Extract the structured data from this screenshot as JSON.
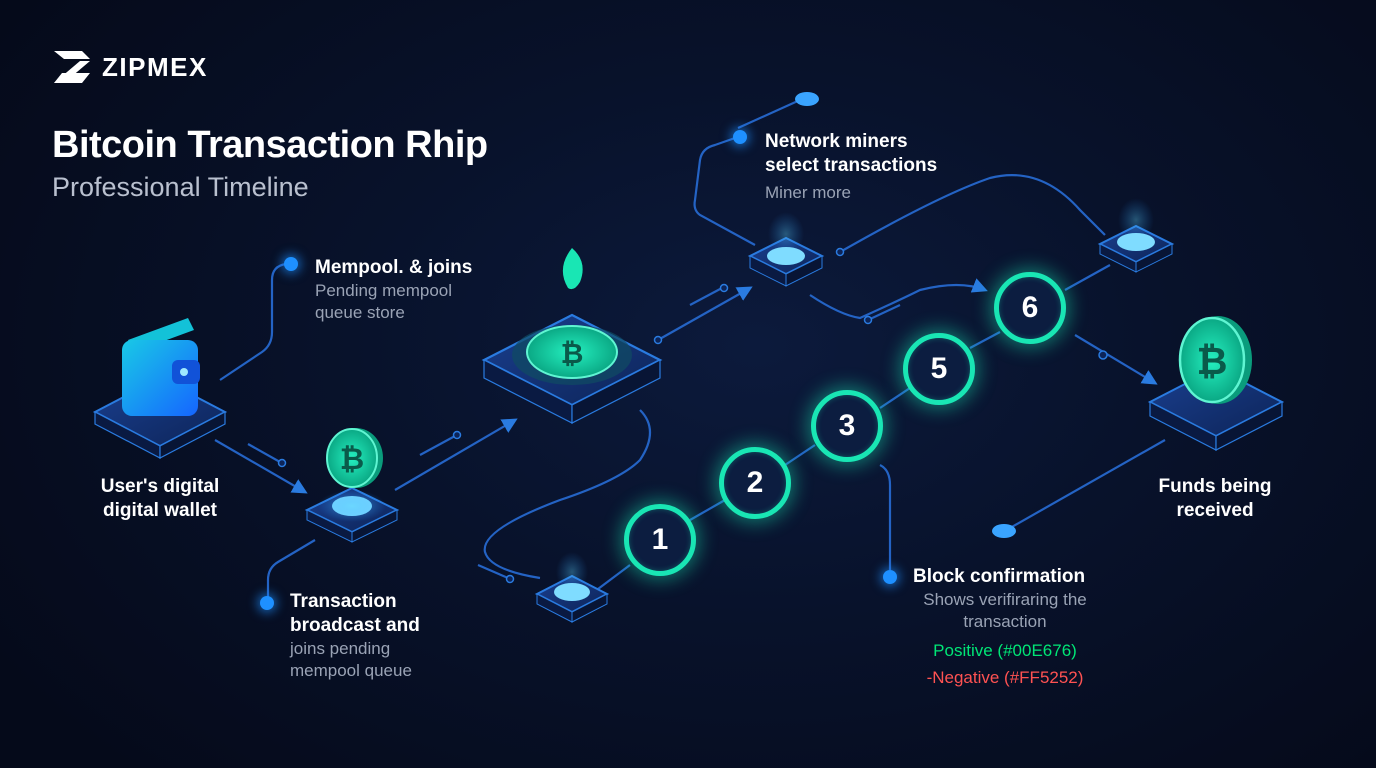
{
  "brand": {
    "name": "ZIPMEX"
  },
  "header": {
    "title": "Bitcoin Transaction Rhip",
    "subtitle": "Professional Timeline"
  },
  "steps": {
    "wallet": {
      "title_line1": "User's digital",
      "title_line2": "digital wallet"
    },
    "broadcast": {
      "title_line1": "Transaction",
      "title_line2": "broadcast and",
      "desc_line1": "joins pending",
      "desc_line2": "mempool queue"
    },
    "mempool": {
      "title": "Mempool. & joins",
      "desc_line1": "Pending mempool",
      "desc_line2": "queue store"
    },
    "miners": {
      "title_line1": "Network miners",
      "title_line2": "select transactions",
      "desc": "Miner more"
    },
    "confirmation": {
      "title": "Block confirmation",
      "desc_line1": "Shows verifiraring the",
      "desc_line2": "transaction",
      "positive": "Positive (#00E676)",
      "negative": "-Negative (#FF5252)"
    },
    "received": {
      "title_line1": "Funds being",
      "title_line2": "received"
    }
  },
  "confirmations": [
    "1",
    "2",
    "3",
    "5",
    "6"
  ],
  "icons": {
    "bitcoin": "B",
    "logo": "zipmex-logo-icon",
    "wallet": "wallet-icon",
    "coin": "bitcoin-coin-icon"
  },
  "colors": {
    "accent_teal": "#19E6B4",
    "accent_blue": "#1E90FF",
    "positive": "#00E676",
    "negative": "#FF5252",
    "background": "#08122B"
  }
}
